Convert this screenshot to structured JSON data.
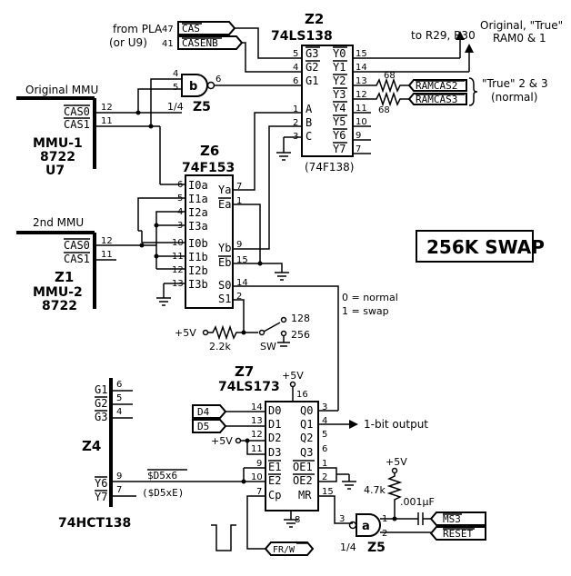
{
  "title": "256K SWAP",
  "z2": {
    "ref": "Z2",
    "part": "74LS138",
    "alt": "(74F138)",
    "inputs": [
      "G3",
      "G2",
      "G1",
      "A",
      "B",
      "C"
    ],
    "input_pins": [
      "5",
      "4",
      "6",
      "1",
      "2",
      "3"
    ],
    "outputs": [
      "Y0",
      "Y1",
      "Y2",
      "Y3",
      "Y4",
      "Y5",
      "Y6",
      "Y7"
    ],
    "output_pins": [
      "15",
      "14",
      "13",
      "12",
      "11",
      "10",
      "9",
      "7"
    ]
  },
  "z6": {
    "ref": "Z6",
    "part": "74F153",
    "inputs": [
      "I0a",
      "I1a",
      "I2a",
      "I3a",
      "I0b",
      "I1b",
      "I2b",
      "I3b"
    ],
    "input_pins": [
      "6",
      "5",
      "4",
      "3",
      "10",
      "11",
      "12",
      "13"
    ],
    "outputs": [
      "Ya",
      "Ea",
      "Yb",
      "Eb",
      "S0",
      "S1"
    ],
    "output_pins": [
      "7",
      "1",
      "9",
      "15",
      "14",
      "2"
    ]
  },
  "z7": {
    "ref": "Z7",
    "part": "74LS173",
    "vcc": "+5V",
    "vcc_pin": "16",
    "gnd_pin": "8",
    "inputs": [
      "D0",
      "D1",
      "D2",
      "D3",
      "E1",
      "E2",
      "Cp"
    ],
    "input_pins": [
      "14",
      "13",
      "12",
      "11",
      "9",
      "10",
      "7"
    ],
    "outputs": [
      "Q0",
      "Q1",
      "Q2",
      "Q3",
      "OE1",
      "OE2",
      "MR"
    ],
    "output_pins": [
      "3",
      "4",
      "5",
      "6",
      "1",
      "2",
      "15"
    ]
  },
  "z4": {
    "ref": "Z4",
    "part": "74HCT138",
    "pins_in": [
      "G1",
      "G2",
      "G3"
    ],
    "pins_in_nums": [
      "6",
      "5",
      "4"
    ],
    "pins_out": [
      "Y6",
      "Y7"
    ],
    "pins_out_nums": [
      "9",
      "7"
    ]
  },
  "z5": {
    "ref": "Z5",
    "fraction": "1/4",
    "gate_b": "b",
    "gate_a": "a",
    "b_pins": [
      "4",
      "5",
      "6"
    ],
    "a_pins": [
      "3",
      "1",
      "2"
    ]
  },
  "mmu1": {
    "heading": "Original MMU",
    "signals": [
      "CAS0",
      "CAS1"
    ],
    "pins": [
      "12",
      "11"
    ],
    "name": "MMU-1",
    "part": "8722",
    "ref": "U7"
  },
  "mmu2": {
    "heading": "2nd MMU",
    "signals": [
      "CAS0",
      "CAS1"
    ],
    "pins": [
      "12",
      "11"
    ],
    "ref": "Z1",
    "name": "MMU-2",
    "part": "8722"
  },
  "pla": {
    "label1": "from PLA",
    "label2": "(or U9)",
    "sig1": "CAS",
    "sig2": "CASENB",
    "pin1": "47",
    "pin2": "41"
  },
  "outputs": {
    "to_r": "to R29, R30",
    "orig1": "Original, \"True\"",
    "orig2": "RAM0 & 1",
    "ramcas2": "RAMCAS2",
    "ramcas3": "RAMCAS3",
    "res": "68",
    "true1": "\"True\" 2 & 3",
    "true2": "(normal)"
  },
  "switch": {
    "vcc": "+5V",
    "r": "2.2k",
    "sw": "SW",
    "p128": "128",
    "p256": "256",
    "normal": "0 = normal",
    "swap": "1 = swap"
  },
  "z7io": {
    "d4": "D4",
    "d5": "D5",
    "vcc": "+5V",
    "output": "1-bit output",
    "d5x6": "$D5x6",
    "d5xe": "($D5xE)",
    "frw": "FR/W",
    "ms3": "MS3",
    "reset": "RESET",
    "r47": "4.7k",
    "cap": ".001µF",
    "vcc2": "+5V"
  }
}
